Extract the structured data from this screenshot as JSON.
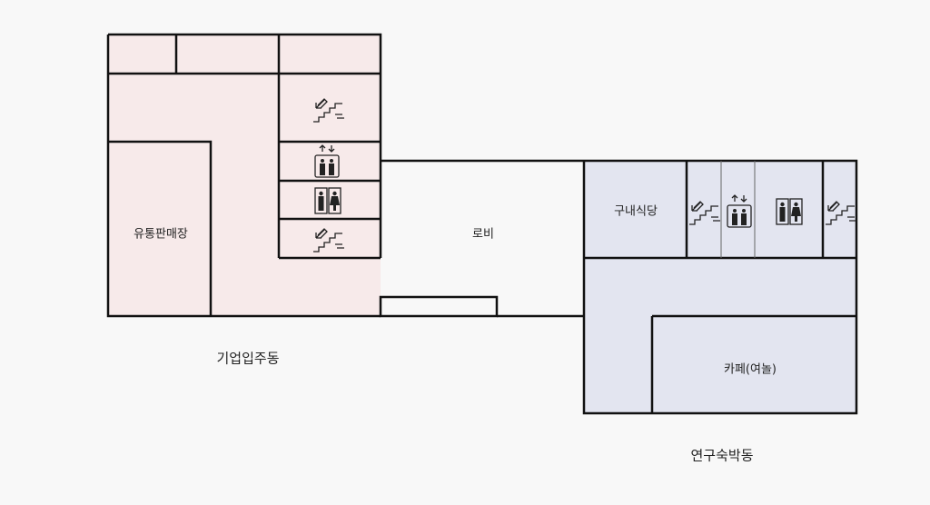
{
  "colors": {
    "building_a": "#f7eaea",
    "building_b": "#e3e5f0",
    "wall": "#111111",
    "background": "#f8f8f8"
  },
  "buildings": [
    {
      "name": "기업입주동",
      "rooms": [
        {
          "name": "유통판매장"
        }
      ]
    },
    {
      "name": "연구숙박동",
      "rooms": [
        {
          "name": "구내식당"
        },
        {
          "name": "카페(여놀)"
        }
      ]
    }
  ],
  "lobby": "로비",
  "icons": [
    "stairs-icon",
    "elevator-icon",
    "restroom-icon"
  ]
}
